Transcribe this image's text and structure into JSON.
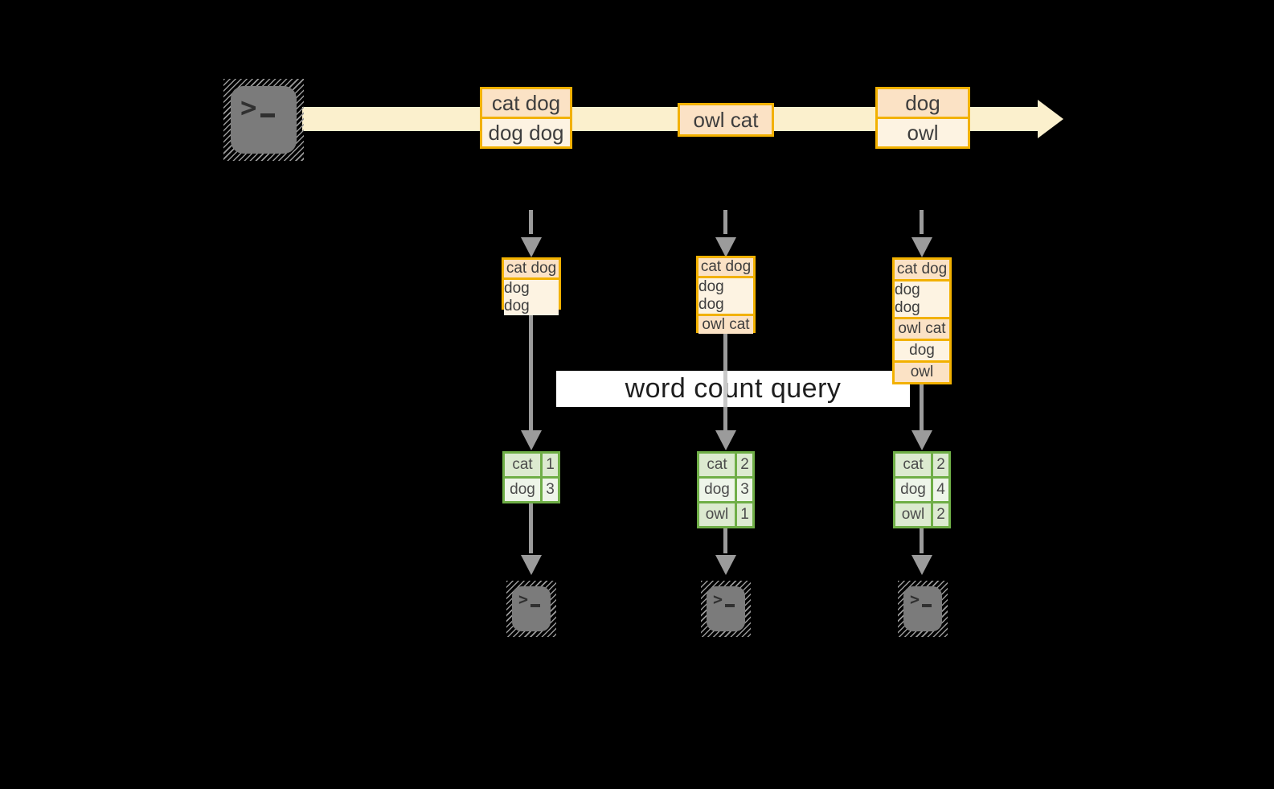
{
  "colors": {
    "background": "#000000",
    "amber_border": "#f2b100",
    "peach_fill": "#fbe2c5",
    "cream_fill": "#fdf3e2",
    "band_fill": "#fbf0cd",
    "green_border": "#6fae47",
    "green_row_dark": "#dcead0",
    "green_row_light": "#eef5e9",
    "arrow_gray": "#9b9b9b",
    "icon_gray": "#7b7b7b",
    "icon_glyph": "#303030",
    "label_text": "#3e3e3e",
    "query_text": "#1e1e1e",
    "query_band": "#ffffff"
  },
  "stream": {
    "messages": [
      {
        "lines": [
          "cat dog",
          "dog dog"
        ]
      },
      {
        "lines": [
          "owl cat"
        ]
      },
      {
        "lines": [
          "dog",
          "owl"
        ]
      }
    ]
  },
  "query": {
    "label": "word count query"
  },
  "branches": [
    {
      "buffer": [
        "cat dog",
        "dog dog"
      ],
      "counts": [
        {
          "word": "cat",
          "count": 1
        },
        {
          "word": "dog",
          "count": 3
        }
      ]
    },
    {
      "buffer": [
        "cat dog",
        "dog dog",
        "owl cat"
      ],
      "counts": [
        {
          "word": "cat",
          "count": 2
        },
        {
          "word": "dog",
          "count": 3
        },
        {
          "word": "owl",
          "count": 1
        }
      ]
    },
    {
      "buffer": [
        "cat dog",
        "dog dog",
        "owl cat",
        "dog",
        "owl"
      ],
      "counts": [
        {
          "word": "cat",
          "count": 2
        },
        {
          "word": "dog",
          "count": 4
        },
        {
          "word": "owl",
          "count": 2
        }
      ]
    }
  ],
  "icons": {
    "prompt_gt": ">"
  }
}
